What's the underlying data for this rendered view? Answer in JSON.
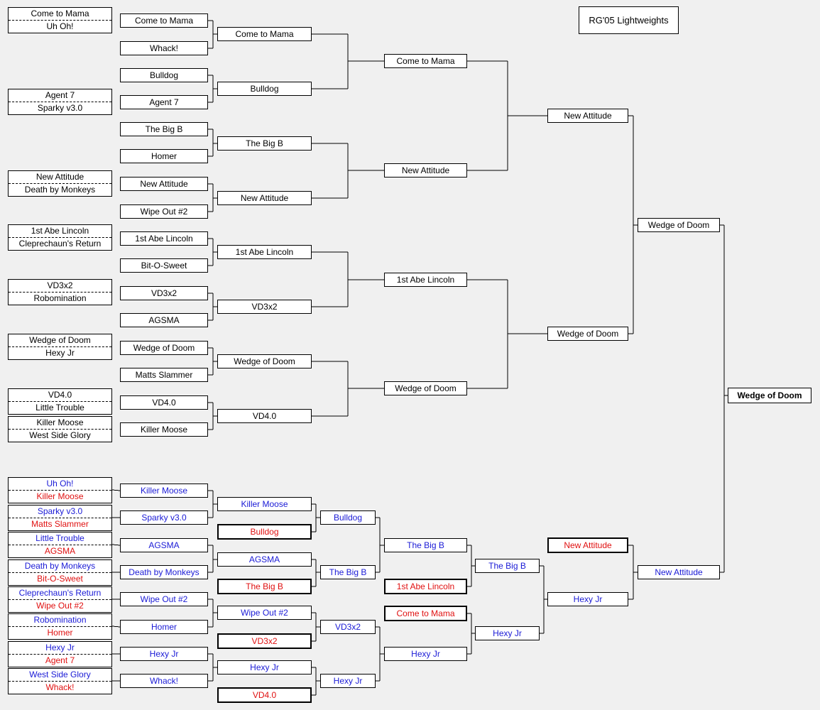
{
  "title": "RG'05 Lightweights",
  "colors": {
    "blue": "#1a1ad6",
    "red": "#e01010",
    "black": "#000000"
  },
  "winners": {
    "r1_pairs": [
      [
        "Come to Mama",
        "Uh Oh!"
      ],
      [
        "Agent 7",
        "Sparky v3.0"
      ],
      [
        "New Attitude",
        "Death by Monkeys"
      ],
      [
        "1st Abe Lincoln",
        "Cleprechaun's Return"
      ],
      [
        "VD3x2",
        "Robomination"
      ],
      [
        "Wedge of Doom",
        "Hexy Jr"
      ],
      [
        "VD4.0",
        "Little Trouble"
      ],
      [
        "Killer Moose",
        "West Side Glory"
      ]
    ],
    "r2": [
      "Come to Mama",
      "Whack!",
      "Bulldog",
      "Agent 7",
      "The Big B",
      "Homer",
      "New Attitude",
      "Wipe Out #2",
      "1st Abe Lincoln",
      "Bit-O-Sweet",
      "VD3x2",
      "AGSMA",
      "Wedge of Doom",
      "Matts Slammer",
      "VD4.0",
      "Killer Moose"
    ],
    "r3": [
      "Come to Mama",
      "Bulldog",
      "The Big B",
      "New Attitude",
      "1st Abe Lincoln",
      "VD3x2",
      "Wedge of Doom",
      "VD4.0"
    ],
    "r4": [
      "Come to Mama",
      "New Attitude",
      "1st Abe Lincoln",
      "Wedge of Doom"
    ],
    "r5": [
      "New Attitude",
      "Wedge of Doom"
    ],
    "r6": "Wedge of Doom"
  },
  "losers": {
    "r1_pairs": [
      [
        "Uh Oh!",
        "Killer Moose"
      ],
      [
        "Sparky v3.0",
        "Matts Slammer"
      ],
      [
        "Little Trouble",
        "AGSMA"
      ],
      [
        "Death by Monkeys",
        "Bit-O-Sweet"
      ],
      [
        "Cleprechaun's Return",
        "Wipe Out #2"
      ],
      [
        "Robomination",
        "Homer"
      ],
      [
        "Hexy Jr",
        "Agent 7"
      ],
      [
        "West Side Glory",
        "Whack!"
      ]
    ],
    "r2": [
      "Killer Moose",
      "Sparky v3.0",
      "AGSMA",
      "Death by Monkeys",
      "Wipe Out #2",
      "Homer",
      "Hexy Jr",
      "Whack!"
    ],
    "r3": [
      "Killer Moose",
      "AGSMA",
      "Wipe Out #2",
      "Hexy Jr"
    ],
    "r3_drop": [
      "Bulldog",
      "The Big B",
      "VD3x2",
      "VD4.0"
    ],
    "r4": [
      "Bulldog",
      "The Big B",
      "VD3x2",
      "Hexy Jr"
    ],
    "r5": [
      "The Big B",
      "Hexy Jr"
    ],
    "r5_drop": [
      "1st Abe Lincoln",
      "Come to Mama"
    ],
    "r6": [
      "The Big B",
      "Hexy Jr"
    ],
    "r7": "Hexy Jr",
    "r7_drop": "New Attitude",
    "r8": "New Attitude"
  },
  "final": {
    "champion": "Wedge of Doom"
  }
}
